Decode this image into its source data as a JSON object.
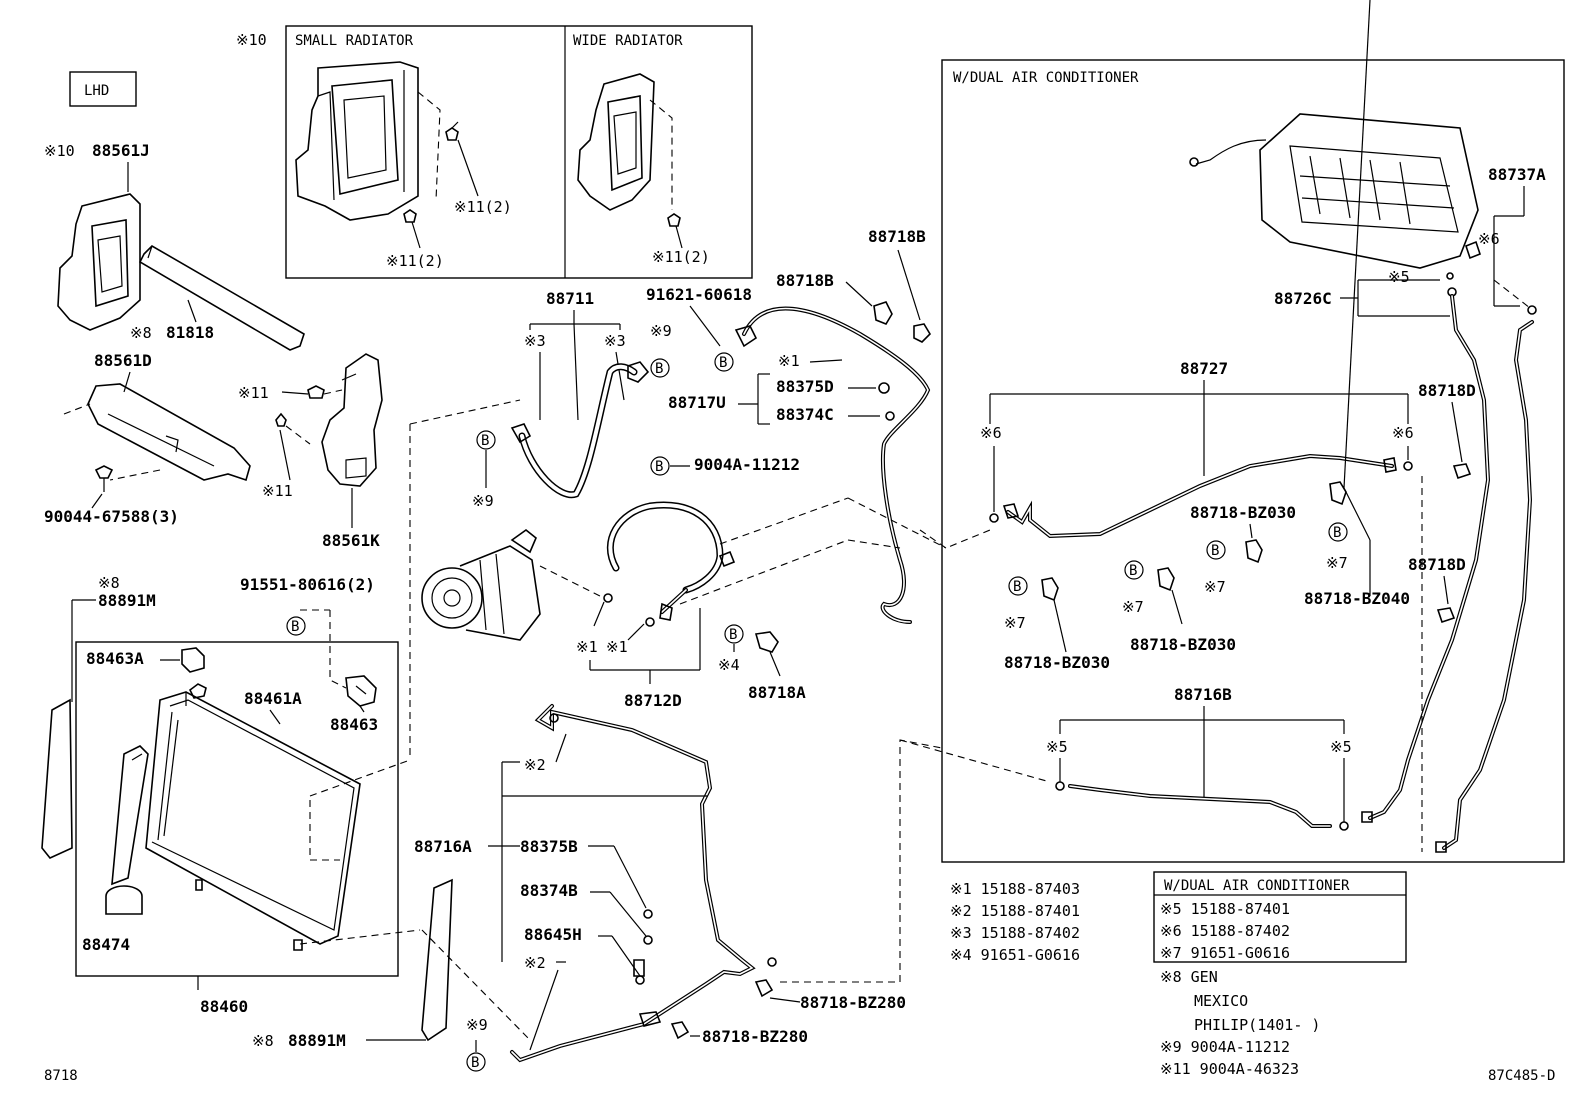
{
  "box_lhd": "LHD",
  "box_small_radiator": "SMALL RADIATOR",
  "box_wide_radiator": "WIDE RADIATOR",
  "box_dual_ac": "W/DUAL AIR CONDITIONER",
  "mark_10": "※10",
  "parts": {
    "p88561J": "88561J",
    "p81818": "81818",
    "p88561D": "88561D",
    "p90044": "90044-67588(3)",
    "p88561K": "88561K",
    "p91551": "91551-80616(2)",
    "p88891M_top": "88891M",
    "p88463A": "88463A",
    "p88461A": "88461A",
    "p88463": "88463",
    "p88474": "88474",
    "p88460": "88460",
    "p88891M_bot": "88891M",
    "p88711": "88711",
    "p91621": "91621-60618",
    "p88718B_a": "88718B",
    "p88718B_b": "88718B",
    "p88375D": "88375D",
    "p88717U": "88717U",
    "p88374C": "88374C",
    "p9004A": "9004A-11212",
    "p88712D": "88712D",
    "p88718A": "88718A",
    "p88716A": "88716A",
    "p88375B": "88375B",
    "p88374B": "88374B",
    "p88645H": "88645H",
    "p88718BZ280_a": "88718-BZ280",
    "p88718BZ280_b": "88718-BZ280",
    "p88737A": "88737A",
    "p88726C": "88726C",
    "p88727": "88727",
    "p88718D_a": "88718D",
    "p88718D_b": "88718D",
    "p88718BZ030_a": "88718-BZ030",
    "p88718BZ030_b": "88718-BZ030",
    "p88718BZ030_c": "88718-BZ030",
    "p88718BZ040": "88718-BZ040",
    "p88716B": "88716B"
  },
  "marks": {
    "m10_88561J": "※10",
    "m8_81818": "※8",
    "m11_a": "※11",
    "m11_b": "※11",
    "m8_top": "※8",
    "m8_bot": "※8",
    "m11_2_a": "※11(2)",
    "m11_2_b": "※11(2)",
    "m11_2_c": "※11(2)",
    "m3_a": "※3",
    "m3_b": "※3",
    "m9_a": "※9",
    "m9_b": "※9",
    "m9_c": "※9",
    "m1_a": "※1",
    "m1_b": "※1",
    "m1_c": "※1",
    "m4": "※4",
    "m2_a": "※2",
    "m2_b": "※2",
    "m6_a": "※6",
    "m6_b": "※6",
    "m6_c": "※6",
    "m5_a": "※5",
    "m5_b": "※5",
    "m5_c": "※5",
    "m7_a": "※7",
    "m7_b": "※7",
    "m7_c": "※7",
    "m7_d": "※7",
    "b": "B"
  },
  "notes": {
    "n1": "※1  15188-87403",
    "n2": "※2  15188-87401",
    "n3": "※3  15188-87402",
    "n4": "※4  91651-G0616",
    "dual_title": "W/DUAL AIR CONDITIONER",
    "n5": "※5  15188-87401",
    "n6": "※6  15188-87402",
    "n7": "※7  91651-G0616",
    "n8a": "※8  GEN",
    "n8b": "MEXICO",
    "n8c": "PHILIP(1401-     )",
    "n9": "※9  9004A-11212",
    "n11": "※11  9004A-46323"
  },
  "footer_left": "8718",
  "footer_right": "87C485-D"
}
